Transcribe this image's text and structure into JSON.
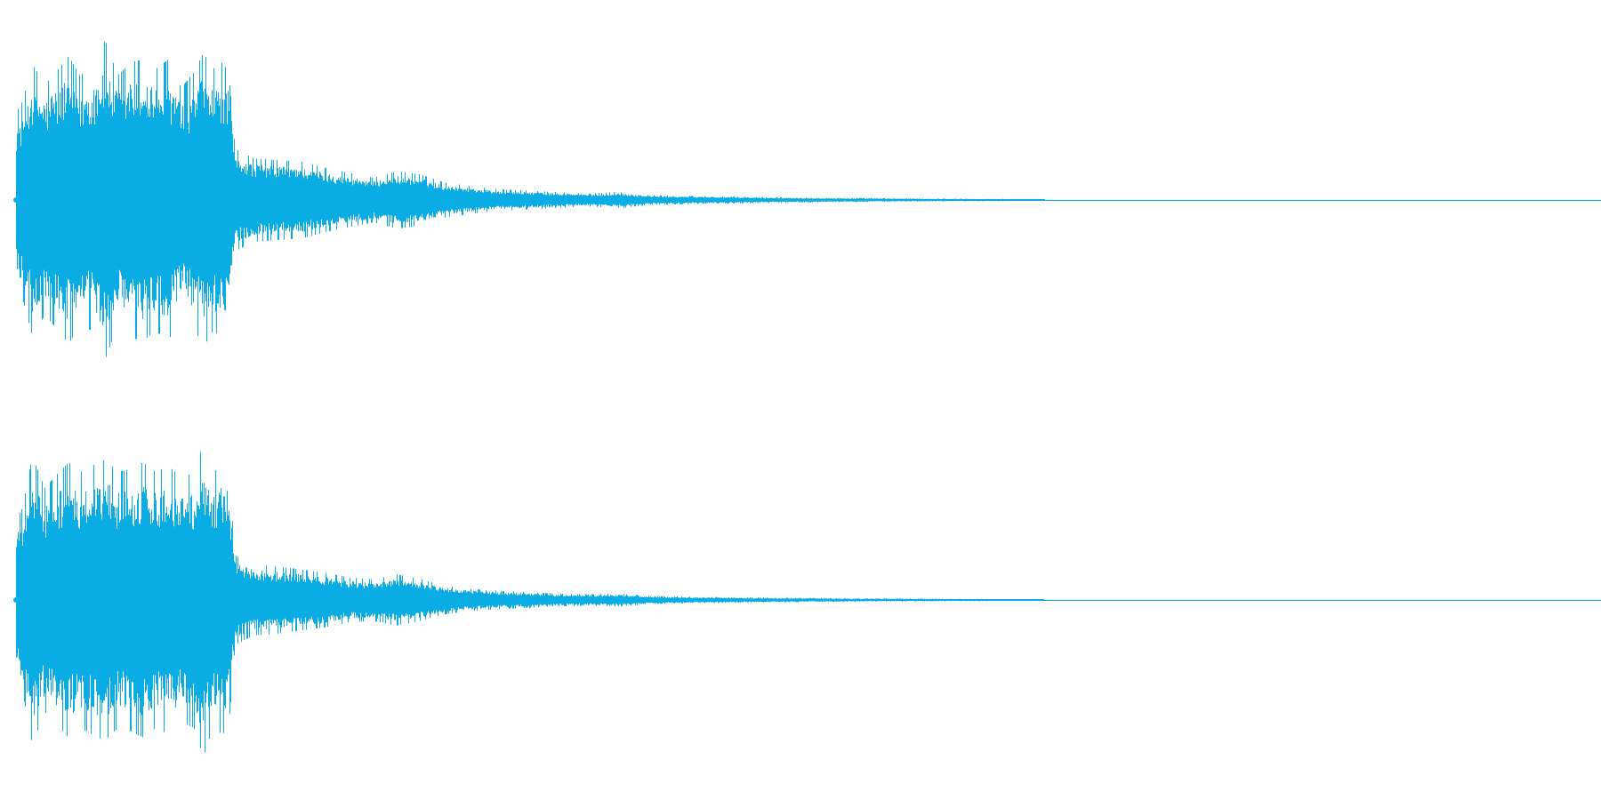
{
  "waveform": {
    "color": "#0aade3",
    "background": "#ffffff",
    "channels": [
      {
        "name": "",
        "envelope": [
          [
            0.0,
            0.55
          ],
          [
            0.004,
            0.62
          ],
          [
            0.01,
            0.85
          ],
          [
            0.018,
            0.72
          ],
          [
            0.025,
            0.8
          ],
          [
            0.033,
            0.9
          ],
          [
            0.04,
            0.78
          ],
          [
            0.048,
            0.82
          ],
          [
            0.056,
            1.0
          ],
          [
            0.064,
            0.78
          ],
          [
            0.072,
            0.86
          ],
          [
            0.08,
            0.88
          ],
          [
            0.088,
            0.82
          ],
          [
            0.096,
            0.88
          ],
          [
            0.104,
            0.7
          ],
          [
            0.112,
            0.8
          ],
          [
            0.118,
            0.92
          ],
          [
            0.124,
            0.82
          ],
          [
            0.13,
            0.86
          ],
          [
            0.134,
            0.8
          ],
          [
            0.138,
            0.32
          ],
          [
            0.15,
            0.26
          ],
          [
            0.165,
            0.25
          ],
          [
            0.18,
            0.24
          ],
          [
            0.195,
            0.2
          ],
          [
            0.21,
            0.17
          ],
          [
            0.225,
            0.14
          ],
          [
            0.24,
            0.18
          ],
          [
            0.255,
            0.16
          ],
          [
            0.27,
            0.11
          ],
          [
            0.285,
            0.09
          ],
          [
            0.3,
            0.07
          ],
          [
            0.32,
            0.06
          ],
          [
            0.34,
            0.05
          ],
          [
            0.36,
            0.04
          ],
          [
            0.38,
            0.05
          ],
          [
            0.4,
            0.03
          ],
          [
            0.43,
            0.025
          ],
          [
            0.47,
            0.018
          ],
          [
            0.52,
            0.013
          ],
          [
            0.56,
            0.01
          ],
          [
            0.6,
            0.008
          ],
          [
            0.63,
            0.006
          ],
          [
            0.645,
            0.004
          ],
          [
            0.65,
            0.0
          ],
          [
            1.0,
            0.0
          ]
        ]
      },
      {
        "name": "",
        "envelope": [
          [
            0.0,
            0.5
          ],
          [
            0.004,
            0.58
          ],
          [
            0.01,
            0.9
          ],
          [
            0.018,
            0.7
          ],
          [
            0.025,
            0.78
          ],
          [
            0.033,
            0.86
          ],
          [
            0.04,
            0.8
          ],
          [
            0.048,
            0.84
          ],
          [
            0.056,
            0.88
          ],
          [
            0.064,
            0.8
          ],
          [
            0.072,
            0.82
          ],
          [
            0.08,
            0.86
          ],
          [
            0.088,
            0.8
          ],
          [
            0.096,
            0.84
          ],
          [
            0.104,
            0.76
          ],
          [
            0.112,
            0.8
          ],
          [
            0.118,
            0.98
          ],
          [
            0.124,
            0.8
          ],
          [
            0.13,
            0.84
          ],
          [
            0.134,
            0.8
          ],
          [
            0.138,
            0.28
          ],
          [
            0.15,
            0.22
          ],
          [
            0.165,
            0.21
          ],
          [
            0.18,
            0.19
          ],
          [
            0.195,
            0.17
          ],
          [
            0.21,
            0.14
          ],
          [
            0.225,
            0.13
          ],
          [
            0.24,
            0.16
          ],
          [
            0.255,
            0.13
          ],
          [
            0.27,
            0.09
          ],
          [
            0.285,
            0.07
          ],
          [
            0.3,
            0.06
          ],
          [
            0.32,
            0.05
          ],
          [
            0.34,
            0.04
          ],
          [
            0.36,
            0.035
          ],
          [
            0.38,
            0.04
          ],
          [
            0.4,
            0.025
          ],
          [
            0.43,
            0.02
          ],
          [
            0.47,
            0.015
          ],
          [
            0.52,
            0.011
          ],
          [
            0.56,
            0.009
          ],
          [
            0.6,
            0.007
          ],
          [
            0.63,
            0.005
          ],
          [
            0.645,
            0.003
          ],
          [
            0.65,
            0.0
          ],
          [
            1.0,
            0.0
          ]
        ]
      }
    ]
  }
}
